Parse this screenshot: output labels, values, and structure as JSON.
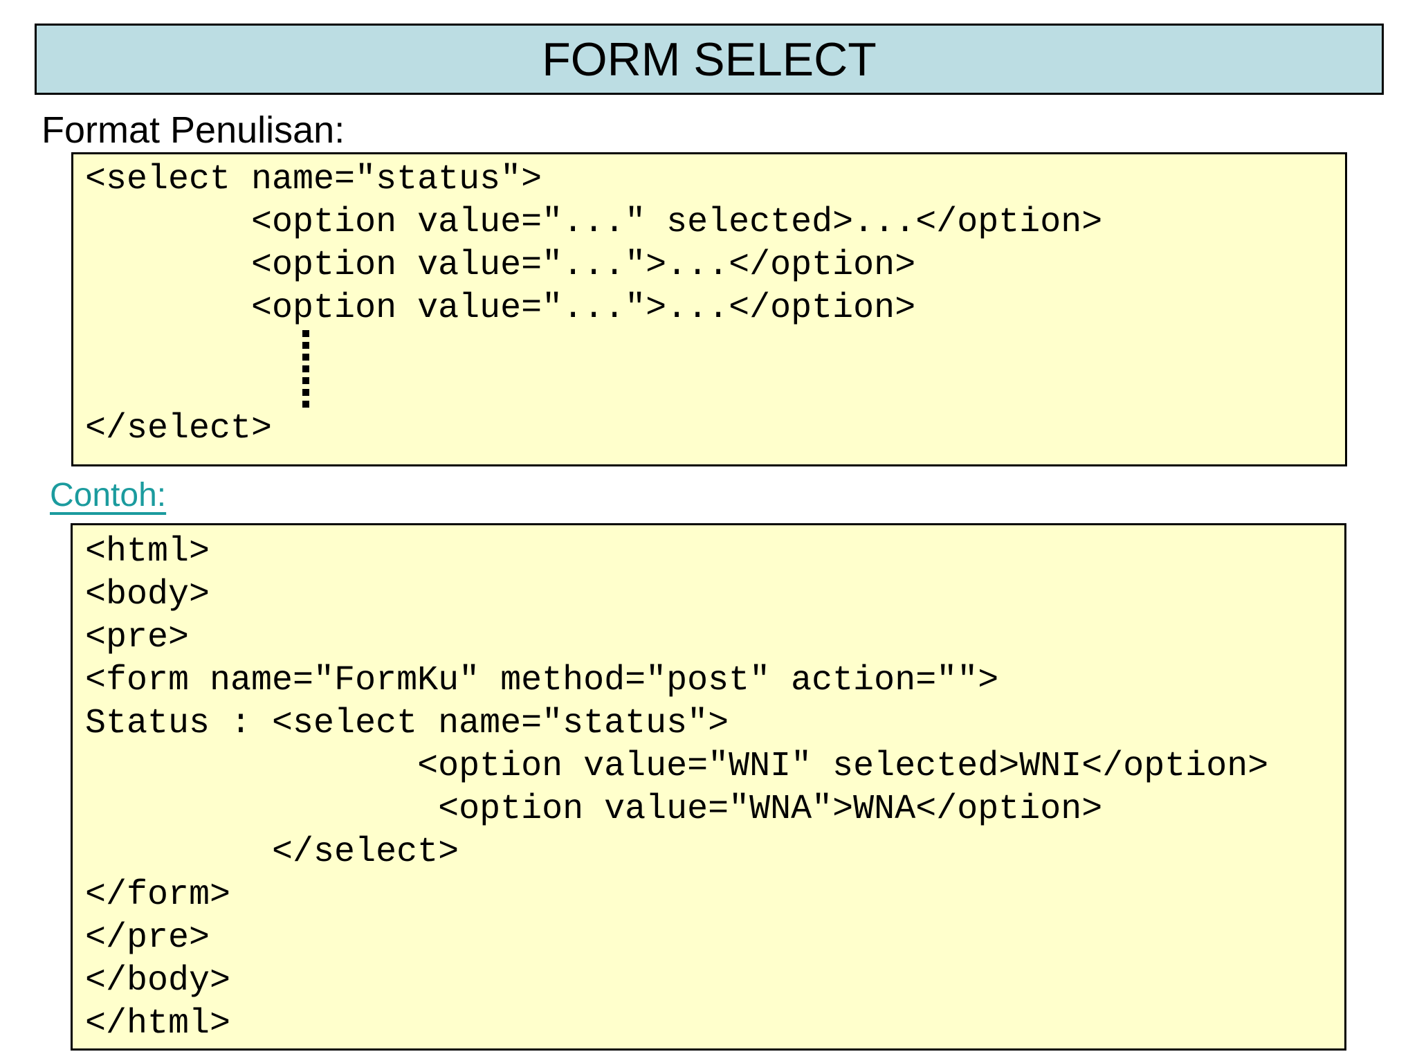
{
  "slide": {
    "title": "FORM SELECT",
    "format_section": {
      "label": "Format Penulisan:",
      "code_top": "<select name=\"status\">\n        <option value=\"...\" selected>...</option>\n        <option value=\"...\">...</option>\n        <option value=\"...\">...</option>",
      "vertical_ellipsis": "⋮",
      "code_bottom": "</select>"
    },
    "example_section": {
      "label": "Contoh:",
      "code": "<html>\n<body>\n<pre>\n<form name=\"FormKu\" method=\"post\" action=\"\">\nStatus : <select name=\"status\">\n                <option value=\"WNI\" selected>WNI</option>\n                 <option value=\"WNA\">WNA</option>\n         </select>\n</form>\n</pre>\n</body>\n</html>"
    },
    "colors": {
      "title_bar_bg": "#bcdde3",
      "code_box_bg": "#ffffcc",
      "border": "#000000",
      "accent_teal": "#1b9b9e"
    }
  }
}
